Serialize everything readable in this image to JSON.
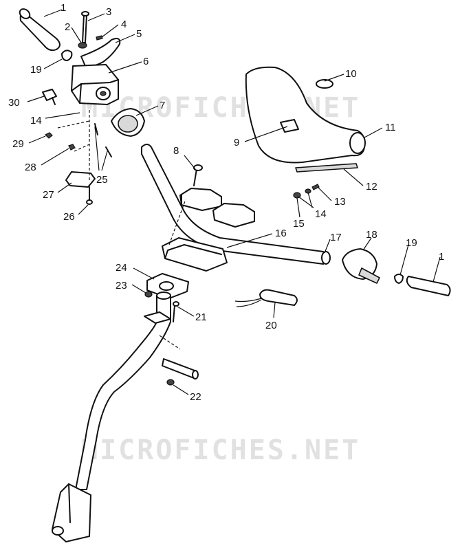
{
  "watermark": "MICROFICHES.NET",
  "callouts": {
    "c1a": "1",
    "c2": "2",
    "c3": "3",
    "c4": "4",
    "c5": "5",
    "c6": "6",
    "c7": "7",
    "c8": "8",
    "c9": "9",
    "c10": "10",
    "c11": "11",
    "c12": "12",
    "c13": "13",
    "c14a": "14",
    "c14b": "14",
    "c15": "15",
    "c16": "16",
    "c17": "17",
    "c18": "18",
    "c19a": "19",
    "c19b": "19",
    "c20": "20",
    "c21": "21",
    "c22": "22",
    "c23": "23",
    "c24": "24",
    "c25": "25",
    "c26": "26",
    "c27": "27",
    "c28": "28",
    "c29": "29",
    "c30": "30",
    "c1b": "1"
  }
}
